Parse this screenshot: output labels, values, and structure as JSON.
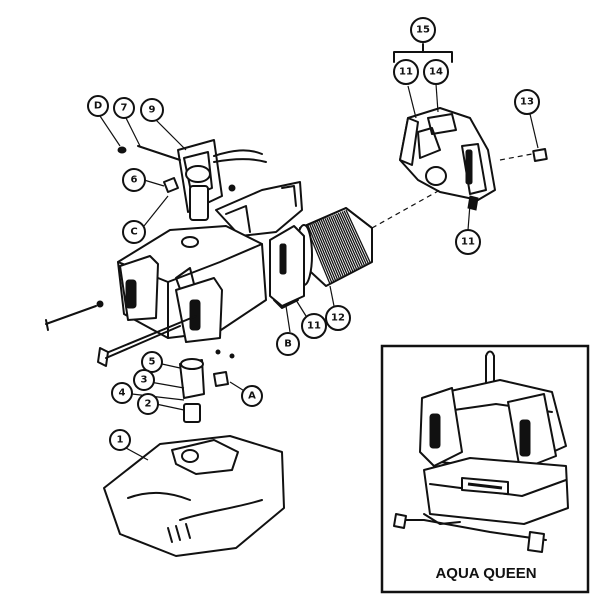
{
  "callouts": {
    "c15": "15",
    "c11a": "11",
    "c14": "14",
    "c13": "13",
    "c11b": "11",
    "cD": "D",
    "c7": "7",
    "c9": "9",
    "c6": "6",
    "cC": "C",
    "cB": "B",
    "c11c": "11",
    "c12": "12",
    "c5": "5",
    "c3": "3",
    "c4": "4",
    "c2": "2",
    "cA": "A",
    "c1": "1"
  },
  "inset": {
    "caption": "AQUA QUEEN"
  }
}
